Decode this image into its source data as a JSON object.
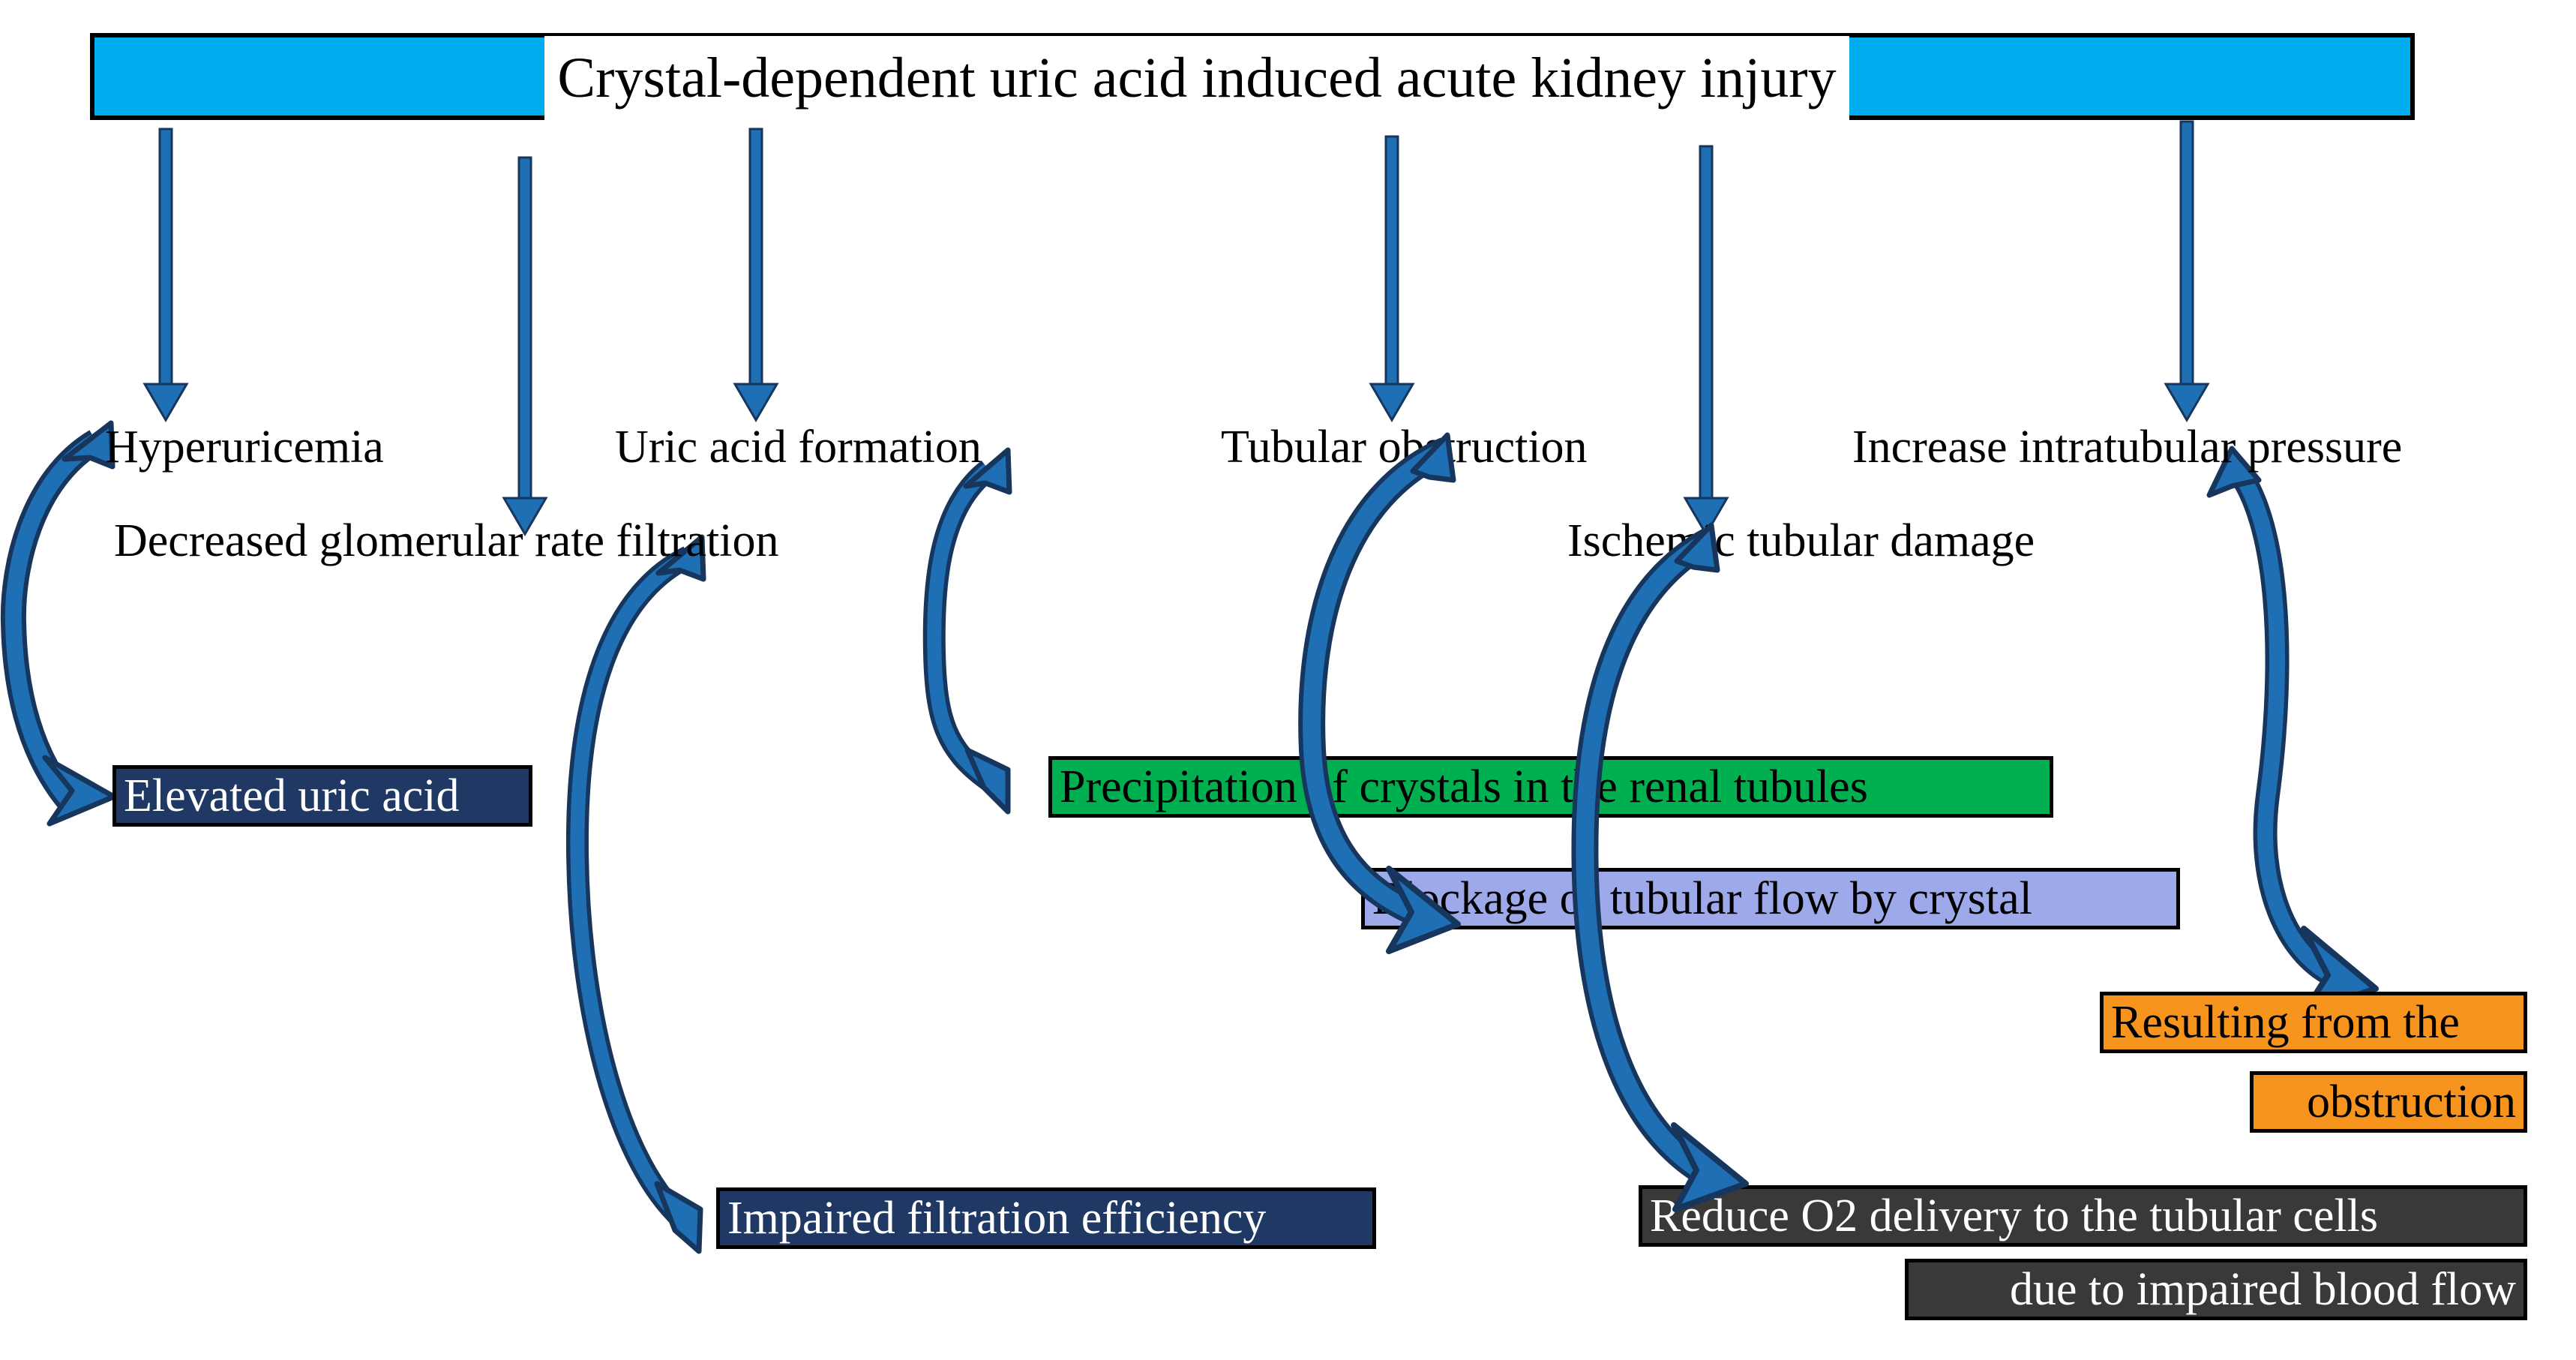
{
  "banner": {
    "title": "Crystal-dependent uric acid induced acute kidney injury",
    "bg_color": "#00ADEF",
    "text_bg_color": "#FFFFFF",
    "border_color": "#000000"
  },
  "labels": [
    {
      "id": "hyperuricemia",
      "text": "Hyperuricemia"
    },
    {
      "id": "uric-acid-formation",
      "text": "Uric acid formation"
    },
    {
      "id": "tubular-obstruction",
      "text": "Tubular obstruction"
    },
    {
      "id": "increase-pressure",
      "text": "Increase intratubular pressure"
    },
    {
      "id": "decreased-gfr",
      "text": "Decreased glomerular rate filtration"
    },
    {
      "id": "ischemic-damage",
      "text": "Ischemic tubular damage"
    }
  ],
  "boxes": [
    {
      "id": "elevated-uric-acid",
      "text": "Elevated uric acid",
      "color": "#1F3864",
      "text_color": "#FFFFFF"
    },
    {
      "id": "impaired-filtration",
      "text": "Impaired filtration efficiency",
      "color": "#1F3864",
      "text_color": "#FFFFFF"
    },
    {
      "id": "precipitation",
      "text": "Precipitation of crystals in the renal tubules",
      "color": "#00B050",
      "text_color": "#000000"
    },
    {
      "id": "blockage",
      "text": "Blockage of tubular flow by crystal",
      "color": "#9DA9E8",
      "text_color": "#000000"
    },
    {
      "id": "resulting-line1",
      "text": "Resulting from the",
      "color": "#F7941E",
      "text_color": "#000000"
    },
    {
      "id": "resulting-line2",
      "text": "obstruction",
      "color": "#F7941E",
      "text_color": "#000000"
    },
    {
      "id": "reduce-o2-line1",
      "text": "Reduce O2 delivery to the tubular cells",
      "color": "#3B3838",
      "text_color": "#FFFFFF"
    },
    {
      "id": "reduce-o2-line2",
      "text": "due to impaired blood flow",
      "color": "#3B3838",
      "text_color": "#FFFFFF"
    }
  ],
  "arrows": {
    "color": "#1F6FB4",
    "stroke_color": "#17365D",
    "straight_count": 6,
    "curved_count": 6
  },
  "chart_data": {
    "type": "flowchart",
    "title": "Crystal-dependent uric acid induced acute kidney injury",
    "nodes": [
      "Hyperuricemia",
      "Uric acid formation",
      "Tubular obstruction",
      "Increase intratubular pressure",
      "Decreased glomerular rate filtration",
      "Ischemic tubular damage",
      "Elevated uric acid",
      "Impaired filtration efficiency",
      "Precipitation of crystals in the renal tubules",
      "Blockage of tubular flow by crystal",
      "Resulting from the obstruction",
      "Reduce O2 delivery to the tubular cells due to impaired blood flow"
    ],
    "edges": [
      {
        "from": "Crystal-dependent uric acid induced acute kidney injury",
        "to": "Hyperuricemia"
      },
      {
        "from": "Crystal-dependent uric acid induced acute kidney injury",
        "to": "Decreased glomerular rate filtration"
      },
      {
        "from": "Crystal-dependent uric acid induced acute kidney injury",
        "to": "Uric acid formation"
      },
      {
        "from": "Crystal-dependent uric acid induced acute kidney injury",
        "to": "Tubular obstruction"
      },
      {
        "from": "Crystal-dependent uric acid induced acute kidney injury",
        "to": "Ischemic tubular damage"
      },
      {
        "from": "Crystal-dependent uric acid induced acute kidney injury",
        "to": "Increase intratubular pressure"
      },
      {
        "from": "Hyperuricemia",
        "to": "Elevated uric acid"
      },
      {
        "from": "Decreased glomerular rate filtration",
        "to": "Impaired filtration efficiency"
      },
      {
        "from": "Uric acid formation",
        "to": "Precipitation of crystals in the renal tubules"
      },
      {
        "from": "Tubular obstruction",
        "to": "Blockage of tubular flow by crystal"
      },
      {
        "from": "Ischemic tubular damage",
        "to": "Reduce O2 delivery to the tubular cells due to impaired blood flow"
      },
      {
        "from": "Increase intratubular pressure",
        "to": "Resulting from the obstruction"
      }
    ]
  }
}
